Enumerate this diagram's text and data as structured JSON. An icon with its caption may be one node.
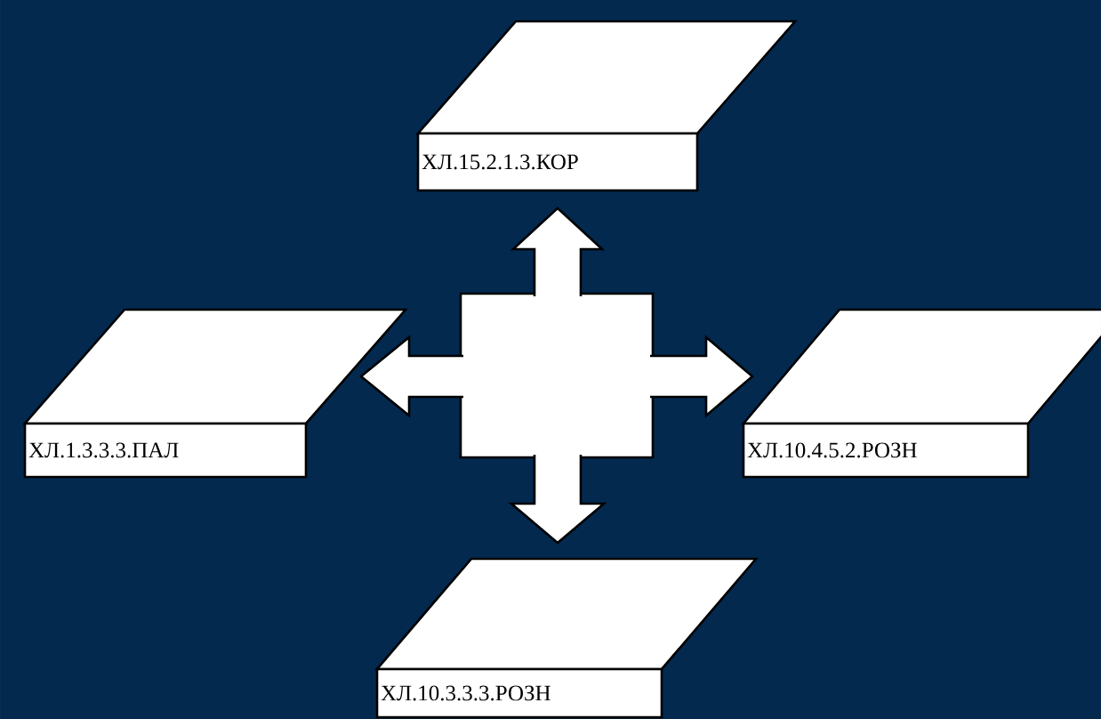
{
  "diagram": {
    "nodes": [
      {
        "text": [
          "ХЛ.15.2.1.3.КОР"
        ]
      },
      {
        "text": [
          "ХЛ.1.3.3.3.ПАЛ"
        ]
      },
      {
        "text": [],
        "shape": "cross"
      },
      {
        "text": [
          "ХЛ.10.4.5.2.РОЗН"
        ]
      },
      {
        "text": [
          "ХЛ.10.3.3.3.РОЗН"
        ]
      }
    ],
    "edges": [
      {
        "from": 2,
        "to": 0,
        "arrow": "to"
      },
      {
        "from": 2,
        "to": 1,
        "arrow": "to"
      },
      {
        "from": 2,
        "to": 3,
        "arrow": "to"
      },
      {
        "from": 2,
        "to": 4,
        "arrow": "to"
      }
    ]
  }
}
